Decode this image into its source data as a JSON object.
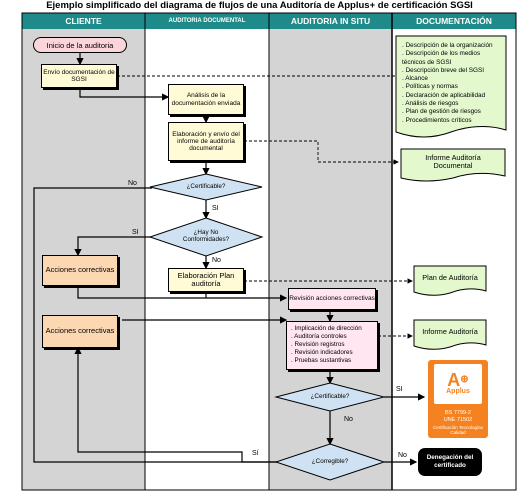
{
  "title": "Ejemplo simplificado del diagrama de flujos de una Auditoría de Applus+ de certificación SGSI",
  "colors": {
    "lane_header": "#1f8a8a",
    "lane_gray": "#d4d4d4",
    "lane_white": "#ffffff",
    "accent_orange": "#f58220"
  },
  "lanes": [
    {
      "label": "CLIENTE"
    },
    {
      "label": "AUDITORIA DOCUMENTAL"
    },
    {
      "label": "AUDITORIA IN SITU"
    },
    {
      "label": "DOCUMENTACIÓN"
    }
  ],
  "nodes": {
    "start": "Inicio de la auditoria",
    "envio": "Envío documentación de SGSI",
    "analisis": "Análisis de la documentación enviada",
    "elaboracion_informe": "Elaboración y envío del informe de auditoría documental",
    "certificable1": "¿Certificable?",
    "no_conformidades": "¿Hay No Conformidades?",
    "acciones1": "Acciones correctivas",
    "elaboracion_plan": "Elaboración Plan auditoría",
    "revision_acciones": "Revisión acciones correctivas",
    "acciones2": "Acciones correctivas",
    "insitu_tasks": [
      "Implicación de dirección",
      "Auditoría controles",
      "Revisión registros",
      "Revisión indicadores",
      "Pruebas sustantivas"
    ],
    "certificable2": "¿Certificable?",
    "corregible": "¿Corregible?",
    "denegacion": "Denegación del certificado"
  },
  "documentation": {
    "items": [
      "Descripción de la organización",
      "Descripción de los medios técnicos de SGSI",
      "Descripción breve del SGSI",
      "Alcance",
      "Políticas y normas",
      "Declaración de aplicabilidad",
      "Análisis de riesgos",
      "Plan de gestión de riesgos",
      "Procedimientos críticos"
    ],
    "informe_documental": "Informe Auditoría Documental",
    "plan_auditoria": "Plan de Auditoría",
    "informe_auditoria": "Informe Auditoría"
  },
  "edge_labels": {
    "no": "No",
    "si": "SI",
    "si_alt": "Sí",
    "no_alt": "No"
  },
  "certificate": {
    "brand": "Applus",
    "standard": "BS 7799-2",
    "norm": "UNE 71502",
    "footer": "Certificación Tecnologías Calidad"
  }
}
